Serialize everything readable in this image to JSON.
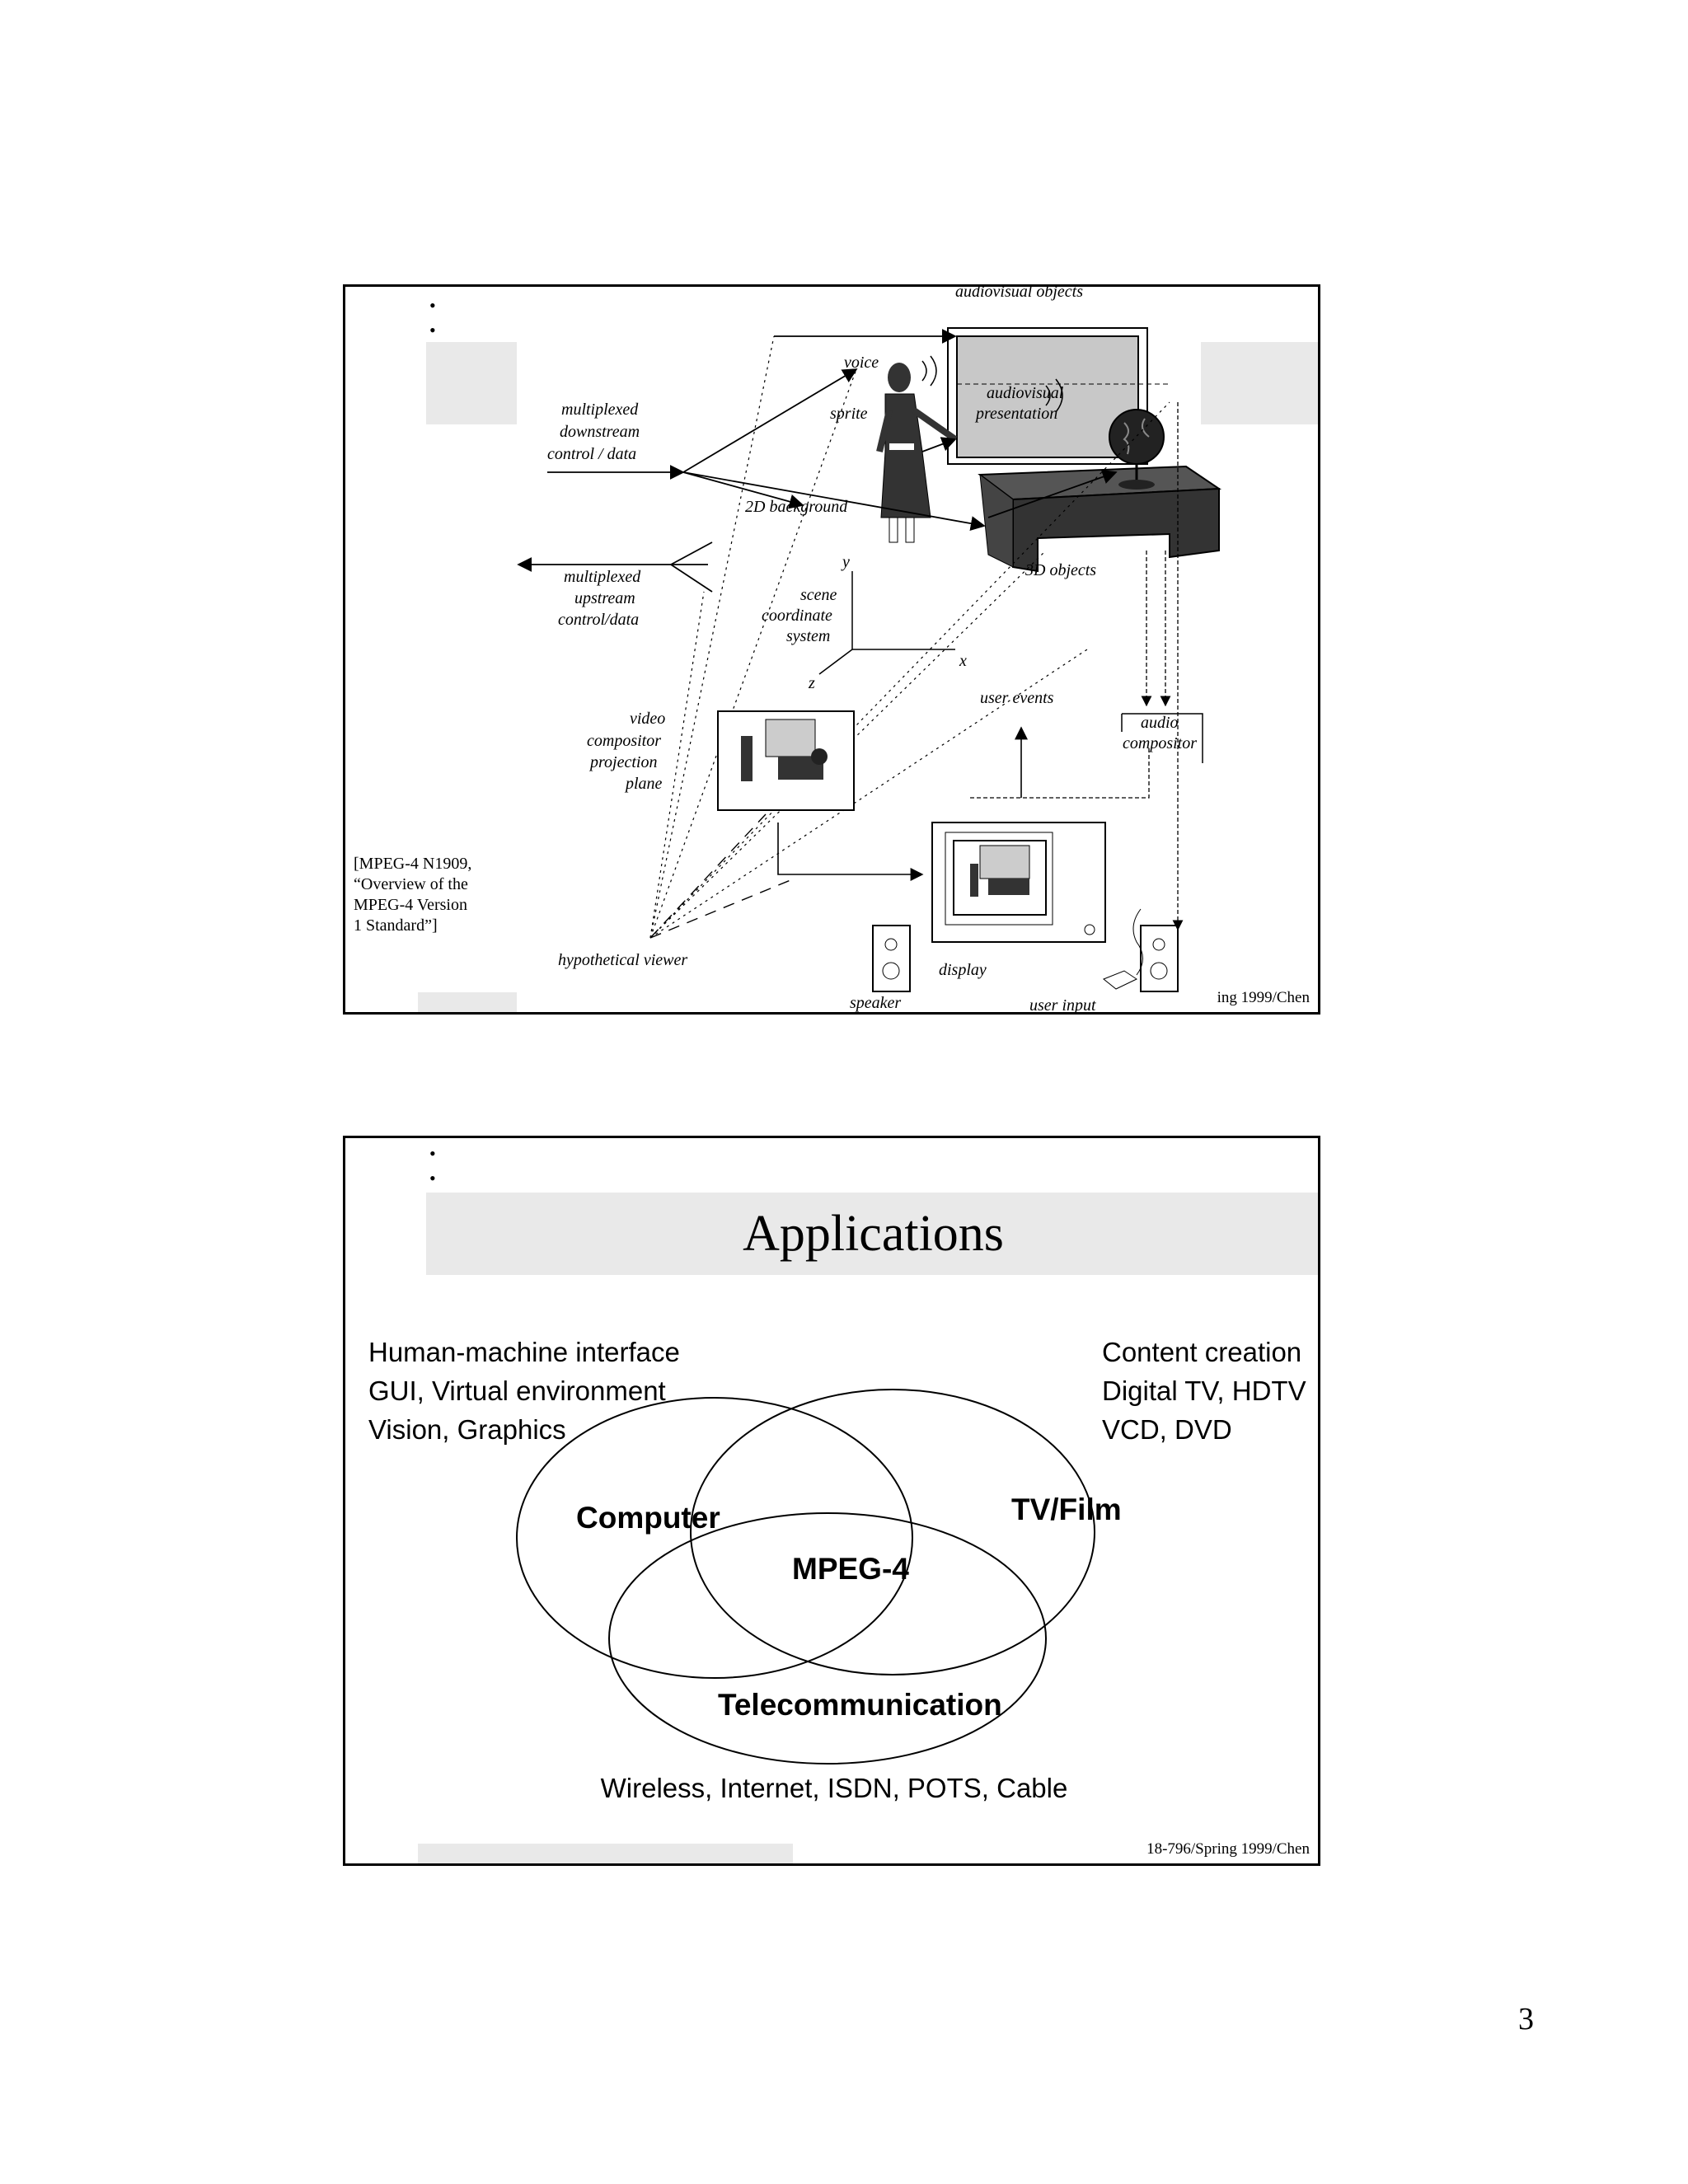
{
  "slide1": {
    "bullets": [
      "•",
      "•",
      "•"
    ],
    "labels": {
      "audiovisual_objects": "audiovisual objects",
      "voice": "voice",
      "sprite": "sprite",
      "audiovisual_presentation_1": "audiovisual",
      "audiovisual_presentation_2": "presentation",
      "downstream_1": "multiplexed",
      "downstream_2": "downstream",
      "downstream_3": "control / data",
      "background_2d": "2D background",
      "objects_3d": "3D objects",
      "upstream_1": "multiplexed",
      "upstream_2": "upstream",
      "upstream_3": "control/data",
      "axis_y": "y",
      "axis_x": "x",
      "axis_z": "z",
      "scene_1": "scene",
      "scene_2": "coordinate",
      "scene_3": "system",
      "user_events": "user events",
      "audio_compositor_1": "audio",
      "audio_compositor_2": "compositor",
      "video_1": "video",
      "video_2": "compositor",
      "video_3": "projection",
      "video_4": "plane",
      "hypothetical_viewer": "hypothetical viewer",
      "display": "display",
      "speaker": "speaker",
      "user_input": "user input"
    },
    "citation": "[MPEG-4 N1909,\n“Overview of the\nMPEG-4 Version\n1 Standard”]",
    "footer": "ing 1999/Chen"
  },
  "slide2": {
    "bullets": [
      "•",
      "•",
      "•"
    ],
    "title": "Applications",
    "left_apps": "Human-machine interface\nGUI, Virtual environment\nVision, Graphics",
    "right_apps": "Content creation\nDigital TV, HDTV\nVCD, DVD",
    "bottom_apps": "Wireless, Internet, ISDN, POTS, Cable",
    "venn": {
      "computer": "Computer",
      "tv_film": "TV/Film",
      "center": "MPEG-4",
      "telecom": "Telecommunication"
    },
    "footer": "18-796/Spring 1999/Chen"
  },
  "page_number": "3"
}
